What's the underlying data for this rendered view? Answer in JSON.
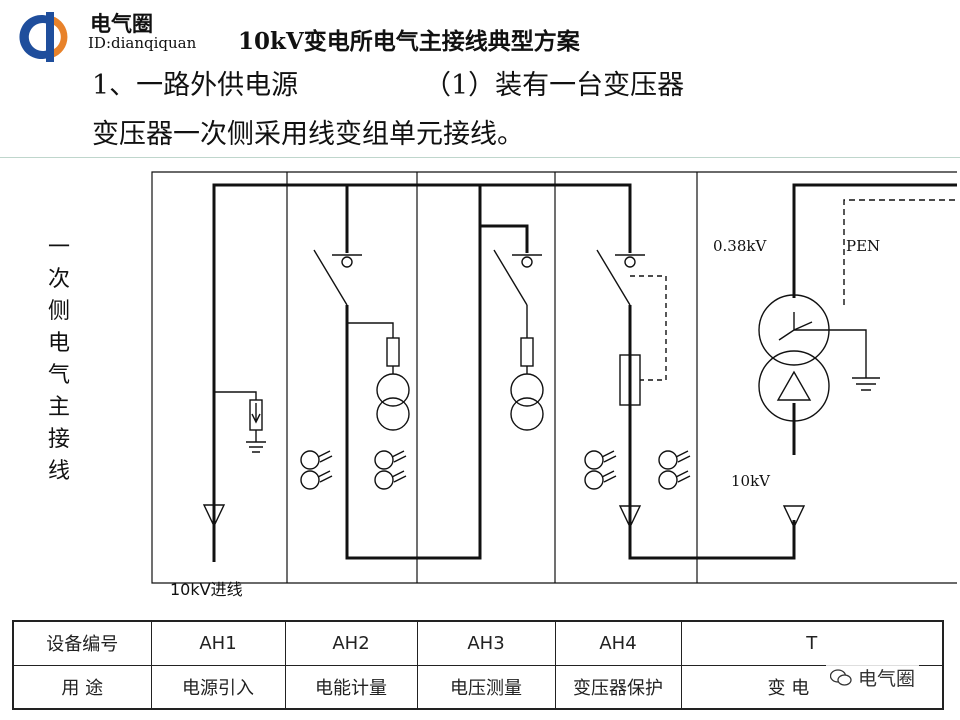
{
  "logo": {
    "name": "电气圈",
    "id": "ID:dianqiquan"
  },
  "title": "10kV变电所电气主接线典型方案",
  "subtitle": {
    "left": "1、一路外供电源",
    "right": "（1）装有一台变压器"
  },
  "description": "变压器一次侧采用线变组单元接线。",
  "side_label": "一次侧电气主接线",
  "diagram": {
    "low_voltage_label": "0.38kV",
    "pen_label": "PEN",
    "high_voltage_label": "10kV",
    "incoming_label": "10kV进线"
  },
  "table": {
    "rows": [
      {
        "header": "设备编号",
        "cells": [
          "AH1",
          "AH2",
          "AH3",
          "AH4",
          "T"
        ]
      },
      {
        "header": "用 途",
        "cells": [
          "电源引入",
          "电能计量",
          "电压测量",
          "变压器保护",
          "变  电"
        ]
      }
    ]
  },
  "watermark": "电气圈",
  "colors": {
    "logo_blue": "#1f4e9c",
    "logo_orange": "#e8822a",
    "separator": "#bfd6cc",
    "line": "#111111"
  }
}
